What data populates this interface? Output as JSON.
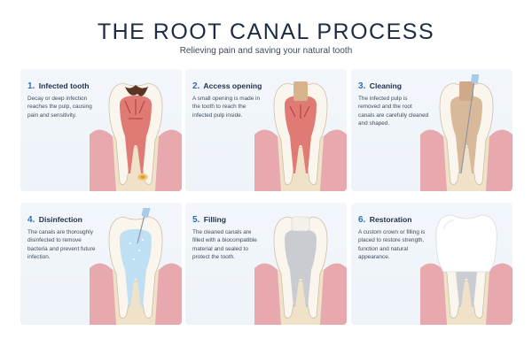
{
  "header": {
    "title": "THE ROOT CANAL PROCESS",
    "subtitle": "Relieving pain and saving your natural tooth"
  },
  "steps": [
    {
      "number": "1.",
      "title": "Infected tooth",
      "description": "Decay or deep infection reaches the pulp, causing pain and sensitivity."
    },
    {
      "number": "2.",
      "title": "Access opening",
      "description": "A small opening is made in the tooth to reach the infected pulp inside."
    },
    {
      "number": "3.",
      "title": "Cleaning",
      "description": "The infected pulp is removed and the root canals are carefully cleaned and shaped."
    },
    {
      "number": "4.",
      "title": "Disinfection",
      "description": "The canals are thoroughly disinfected to remove bacteria and prevent future infection."
    },
    {
      "number": "5.",
      "title": "Filling",
      "description": "The cleaned canals are filled with a biocompatible material and sealed to protect the tooth."
    },
    {
      "number": "6.",
      "title": "Restoration",
      "description": "A custom crown or filling is placed to restore strength, function and natural appearance."
    }
  ],
  "colors": {
    "gum": "#e7a9ad",
    "bone": "#efe2c8",
    "enamel": "#faf6ee",
    "pulp_infected": "#e07a74",
    "pulp_cleaned": "#d8b99a",
    "pulp_disinfected": "#bfe0f2",
    "filling": "#c9ccd1",
    "crown": "#ffffff",
    "accent": "#2d6fb3"
  }
}
